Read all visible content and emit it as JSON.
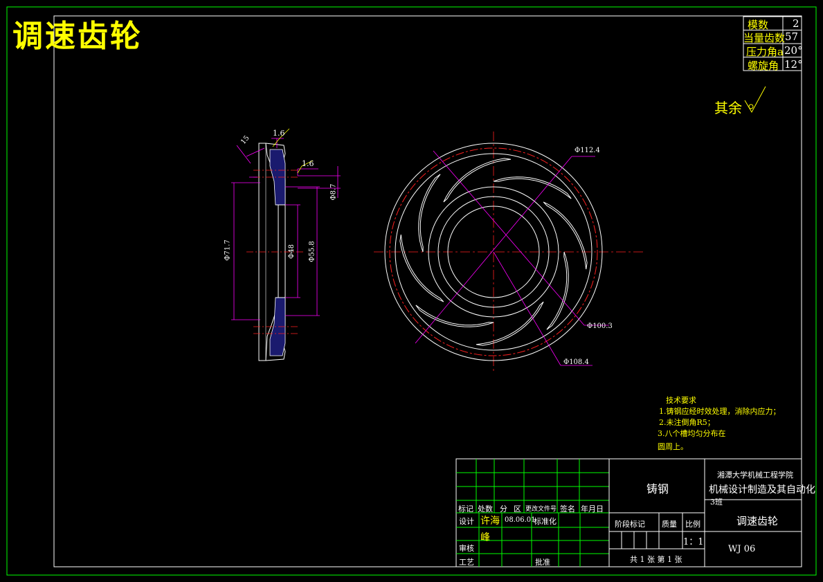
{
  "drawing": {
    "title": "调速齿轮",
    "roughness_note": "其余"
  },
  "params": [
    {
      "label": "模数",
      "value": "2"
    },
    {
      "label": "当量齿数",
      "value": "57"
    },
    {
      "label": "压力角a",
      "value": "20°"
    },
    {
      "label": "螺旋角",
      "value": "12°"
    }
  ],
  "dimensions": {
    "section": {
      "angle": "15",
      "rough_top": "1.6",
      "rough_mid": "1.6",
      "d_outer": "Φ71.7",
      "d_inner1": "Φ48",
      "d_inner2": "Φ55.8",
      "d_small": "Φ8.7"
    },
    "face": {
      "d1": "Φ112.4",
      "d2": "Φ100.3",
      "d3": "Φ108.4"
    }
  },
  "requirements": {
    "heading": "技术要求",
    "items": [
      "1.铸钢应经时效处理，消除内应力；",
      "2.未注倒角R5；",
      "3.八个槽均匀分布在",
      "圆周上。"
    ]
  },
  "title_block": {
    "header_cols": [
      "标记",
      "处数",
      "分",
      "区",
      "更改文件号",
      "签名",
      "年月日"
    ],
    "design_label": "设计",
    "designer": "许海",
    "date": "08.06.01",
    "standard_label": "标准化",
    "check_label": "审核",
    "checker": "峰",
    "process_label": "工艺",
    "approve_label": "批准",
    "material": "铸钢",
    "stage_label": "阶段标记",
    "mass_label": "质量",
    "scale_label": "比例",
    "scale": "1：1",
    "sheets": "共 1 张  第 1 张",
    "school": "湘潭大学机械工程学院",
    "major": "机械设计制造及其自动化",
    "class": "3班",
    "part_name": "调速齿轮",
    "drawing_no": "WJ 06"
  }
}
